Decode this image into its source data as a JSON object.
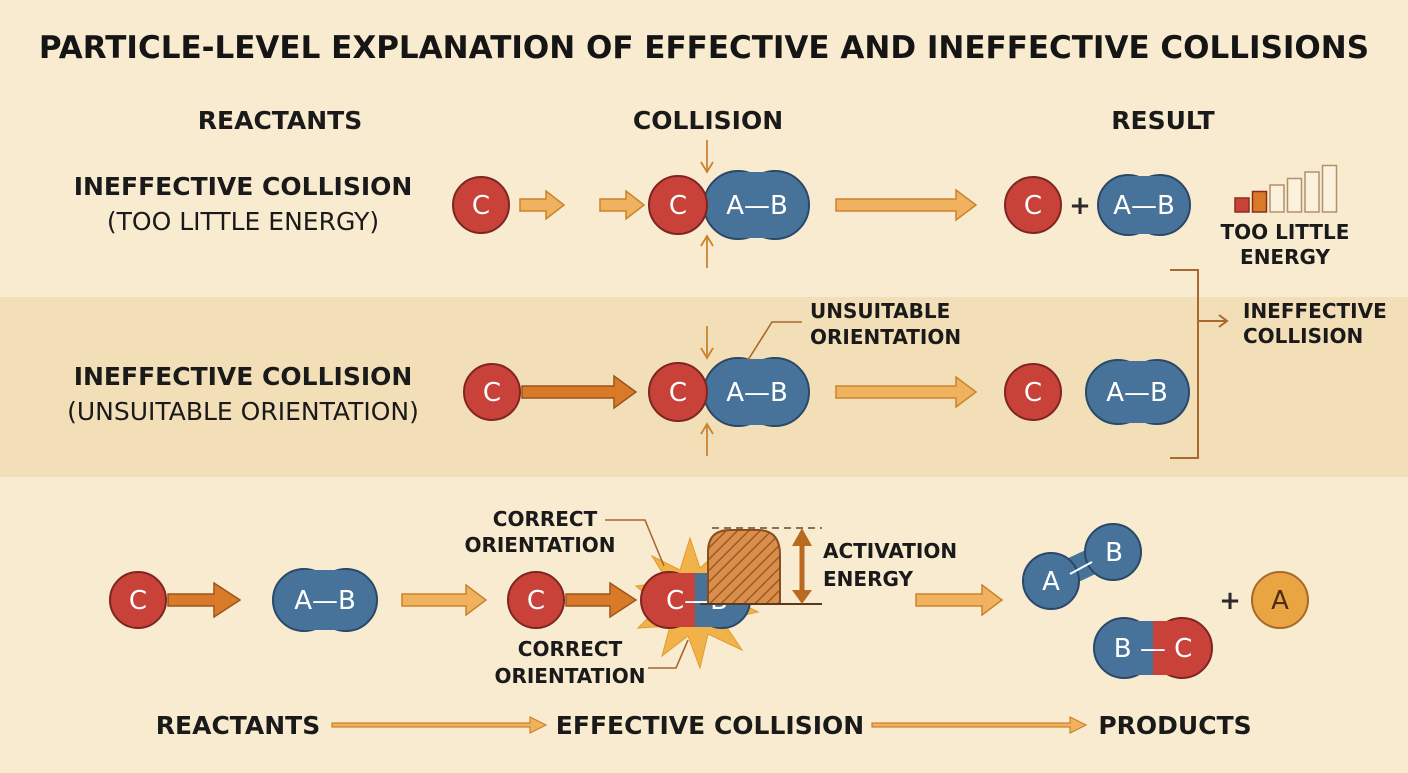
{
  "title": "PARTICLE-LEVEL EXPLANATION OF EFFECTIVE AND INEFFECTIVE COLLISIONS",
  "headers": {
    "reactants": "REACTANTS",
    "collision": "COLLISION",
    "result": "RESULT"
  },
  "rows": {
    "energy": {
      "line1": "INEFFECTIVE COLLISION",
      "line2": "(TOO LITTLE ENERGY)"
    },
    "orientation": {
      "line1": "INEFFECTIVE COLLISION",
      "line2": "(UNSUITABLE ORIENTATION)"
    }
  },
  "notes": {
    "too_little_1": "TOO LITTLE",
    "too_little_2": "ENERGY",
    "unsuitable_1": "UNSUITABLE",
    "unsuitable_2": "ORIENTATION",
    "ineffective_1": "INEFFECTIVE",
    "ineffective_2": "COLLISION",
    "correct_1": "CORRECT",
    "correct_2": "ORIENTATION",
    "correct_b1": "CORRECT",
    "correct_b2": "ORIENTATION",
    "activation_1": "ACTIVATION",
    "activation_2": "ENERGY"
  },
  "flow": {
    "reactants": "REACTANTS",
    "effective": "EFFECTIVE COLLISION",
    "products": "PRODUCTS"
  },
  "atoms": {
    "c": "C",
    "ab": "A—B",
    "a": "A",
    "b": "B",
    "bc": "B — C",
    "cb": "C—B"
  },
  "symbols": {
    "plus": "+"
  },
  "energy_bars": {
    "filled_of_total": [
      2,
      6
    ]
  },
  "colors": {
    "background": "#f8ebd0",
    "band": "#f2dfb8",
    "red_atom": "#c9423a",
    "blue_atom": "#47739b",
    "orange_atom": "#eaa543",
    "arrow_light": "#f0b25e",
    "arrow_dark": "#d87a28"
  },
  "icons": [
    "burst-icon",
    "energy-barrier-icon",
    "energy-bar-icon",
    "bracket-icon"
  ]
}
